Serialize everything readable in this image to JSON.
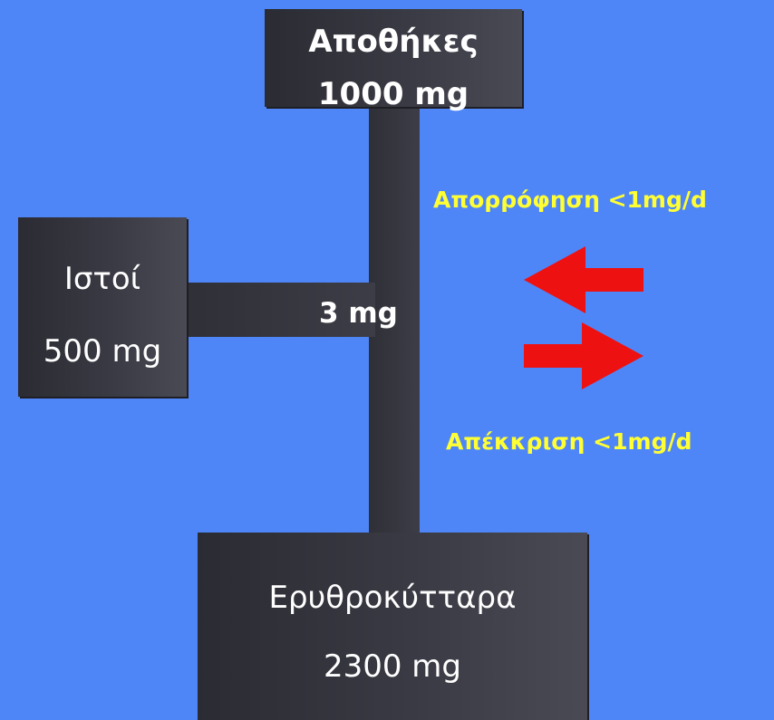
{
  "stores": {
    "title": "Αποθήκες",
    "amount": "1000 mg"
  },
  "tissues": {
    "title": "Ιστοί",
    "amount": "500 mg"
  },
  "red_cells": {
    "title": "Ερυθροκύτταρα",
    "amount": "2300 mg"
  },
  "flow": {
    "amount": "3 mg"
  },
  "absorption": {
    "label": "Απορρόφηση <1mg/d"
  },
  "excretion": {
    "label": "Απέκκριση <1mg/d"
  },
  "colors": {
    "background": "#4f86f7",
    "box": "#3a3a44",
    "label_yellow": "#ffff33",
    "arrow_red": "#ee1111"
  },
  "icons": [
    "arrow-left-icon",
    "arrow-right-icon"
  ]
}
